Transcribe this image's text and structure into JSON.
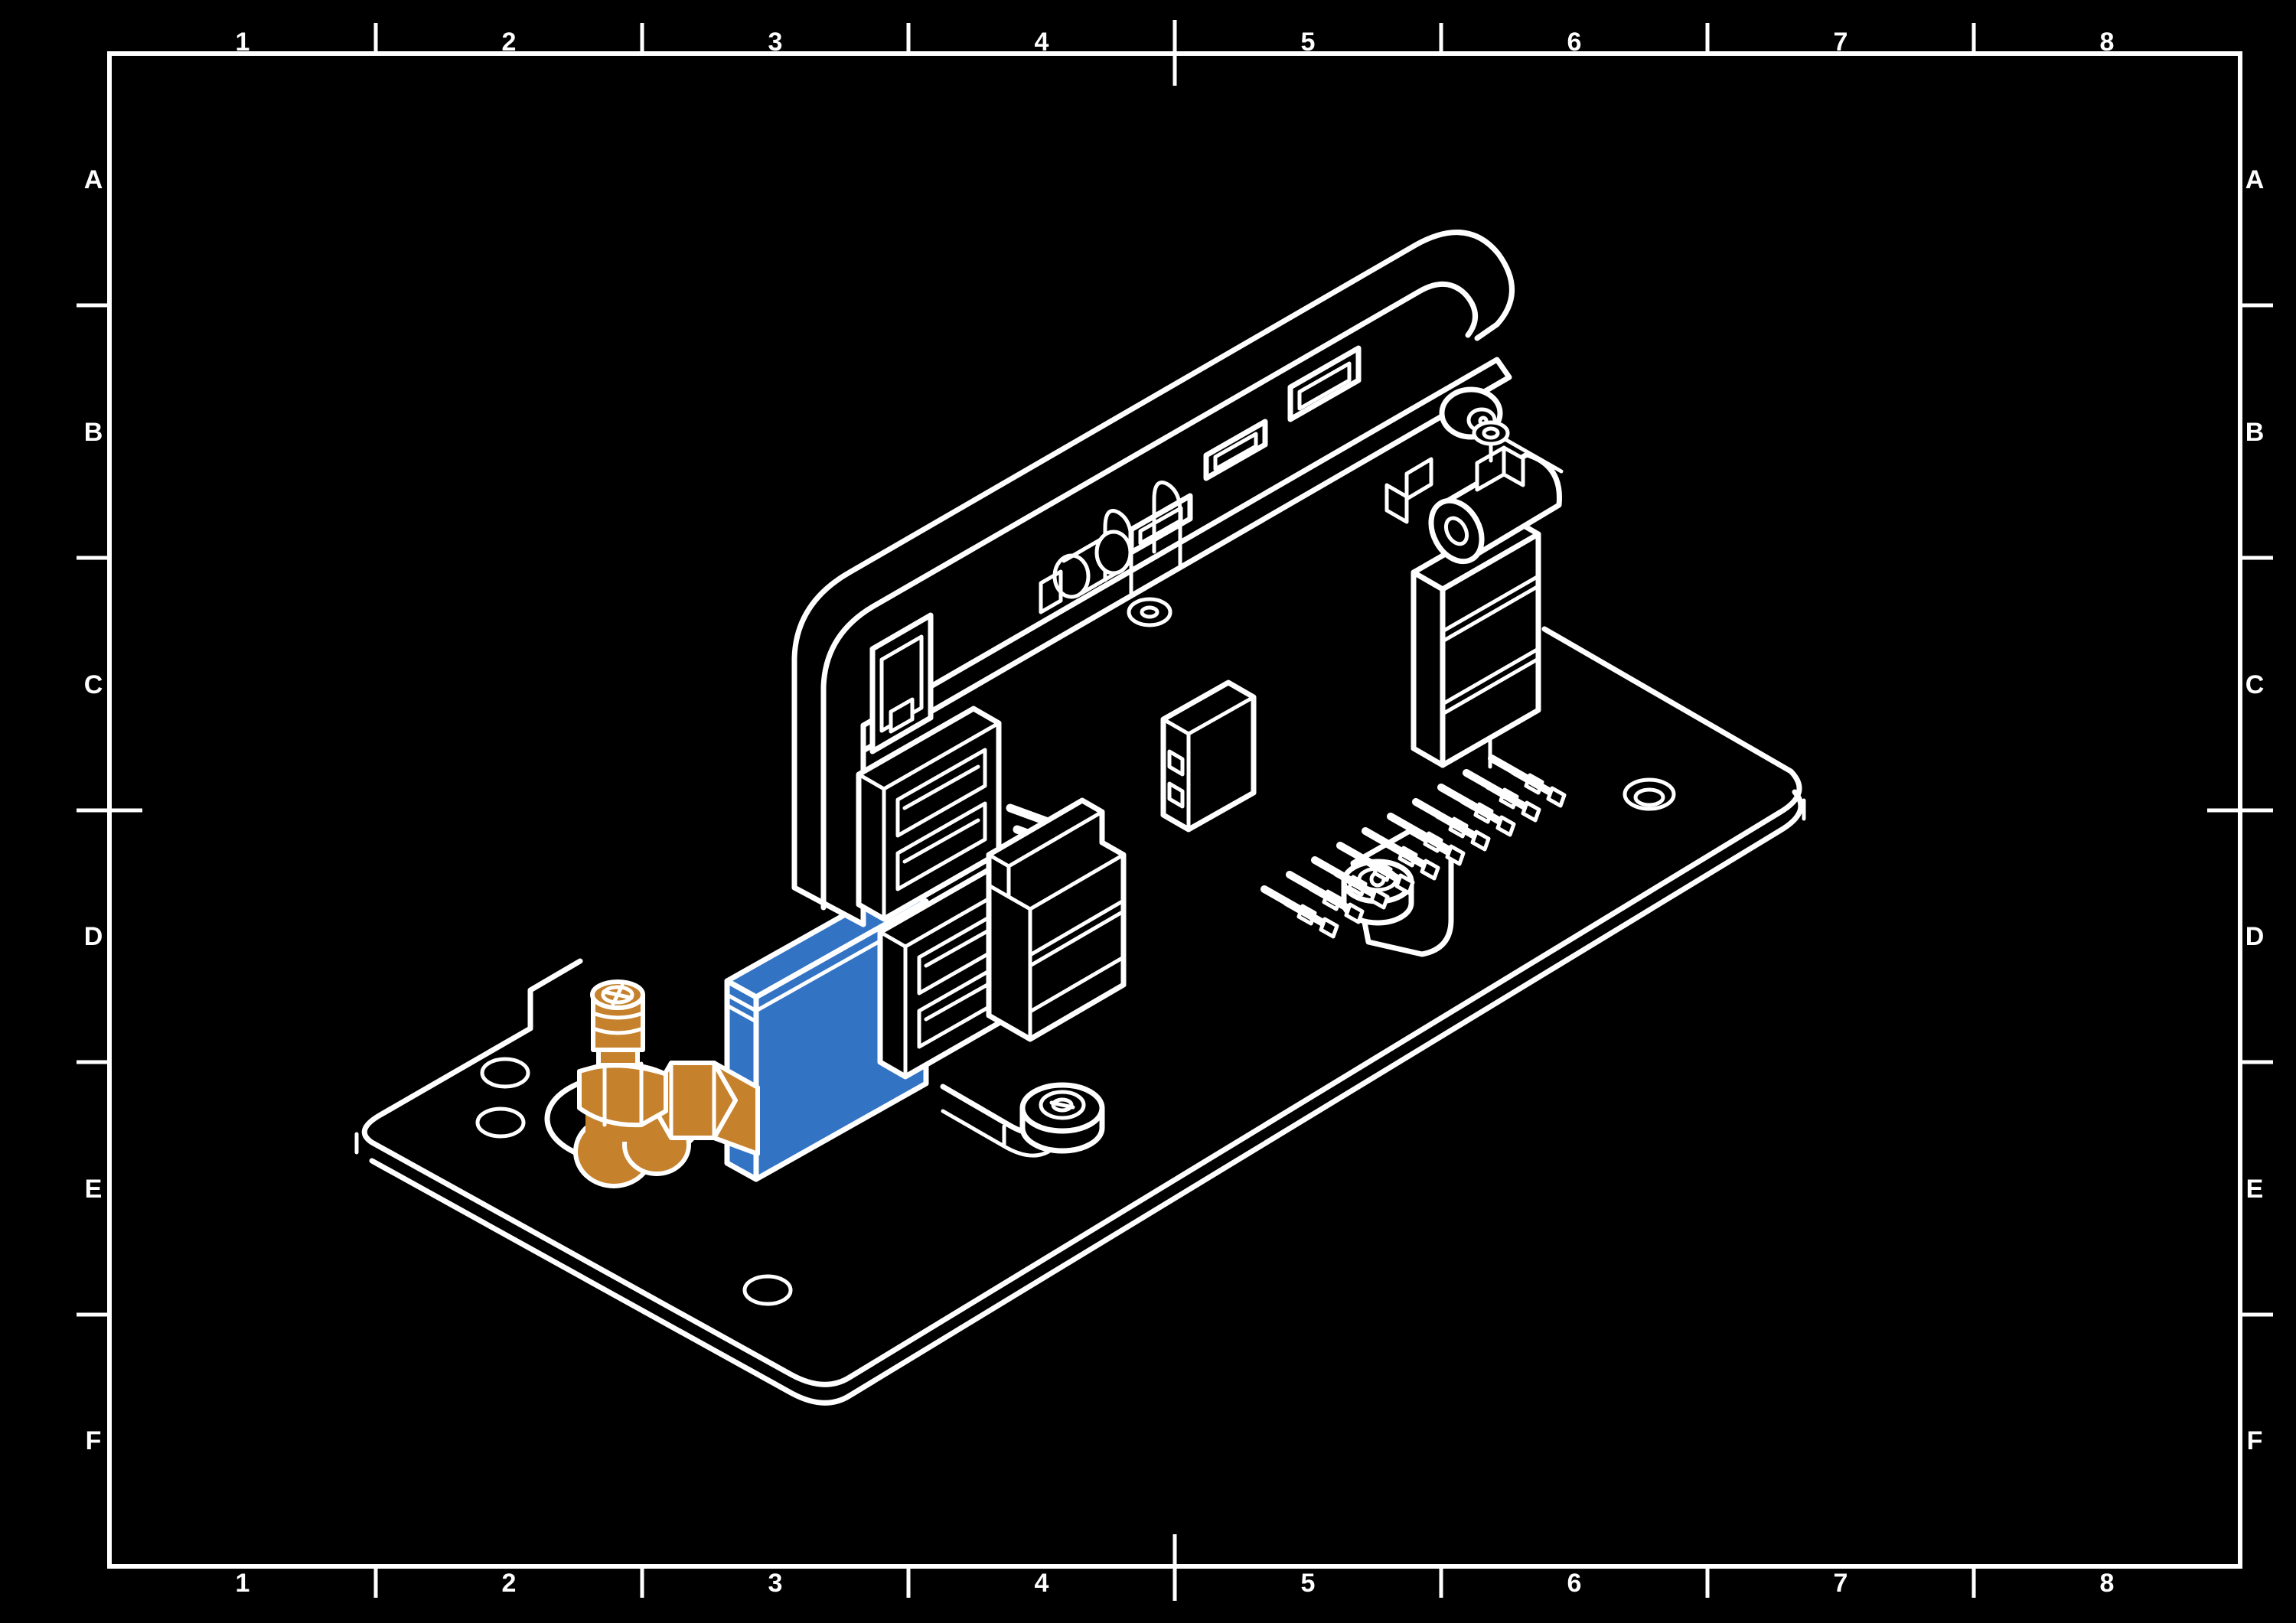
{
  "ruler": {
    "columns": [
      "1",
      "2",
      "3",
      "4",
      "5",
      "6",
      "7",
      "8"
    ],
    "rows": [
      "A",
      "B",
      "C",
      "D",
      "E",
      "F"
    ]
  },
  "colors": {
    "background": "#000000",
    "line": "#ffffff",
    "highlight_component": "#3273c4",
    "brass_fitting": "#c5812c"
  },
  "drawing": {
    "style": "isometric-line-drawing",
    "components": [
      "base-plate",
      "mounting-holes",
      "fitting-through-hole",
      "bracket-foot-standoffs",
      "enclosure-case",
      "rj45-port",
      "port-cutouts",
      "cable-slots",
      "usb-stack-upper",
      "usb-stack-lower",
      "bent-pin-header",
      "relay-module",
      "sd-module",
      "gpio-pin-header",
      "solenoid-valve",
      "valve-cylinder",
      "end-cap-nut",
      "highlighted-module",
      "brass-elbow-fitting"
    ]
  }
}
